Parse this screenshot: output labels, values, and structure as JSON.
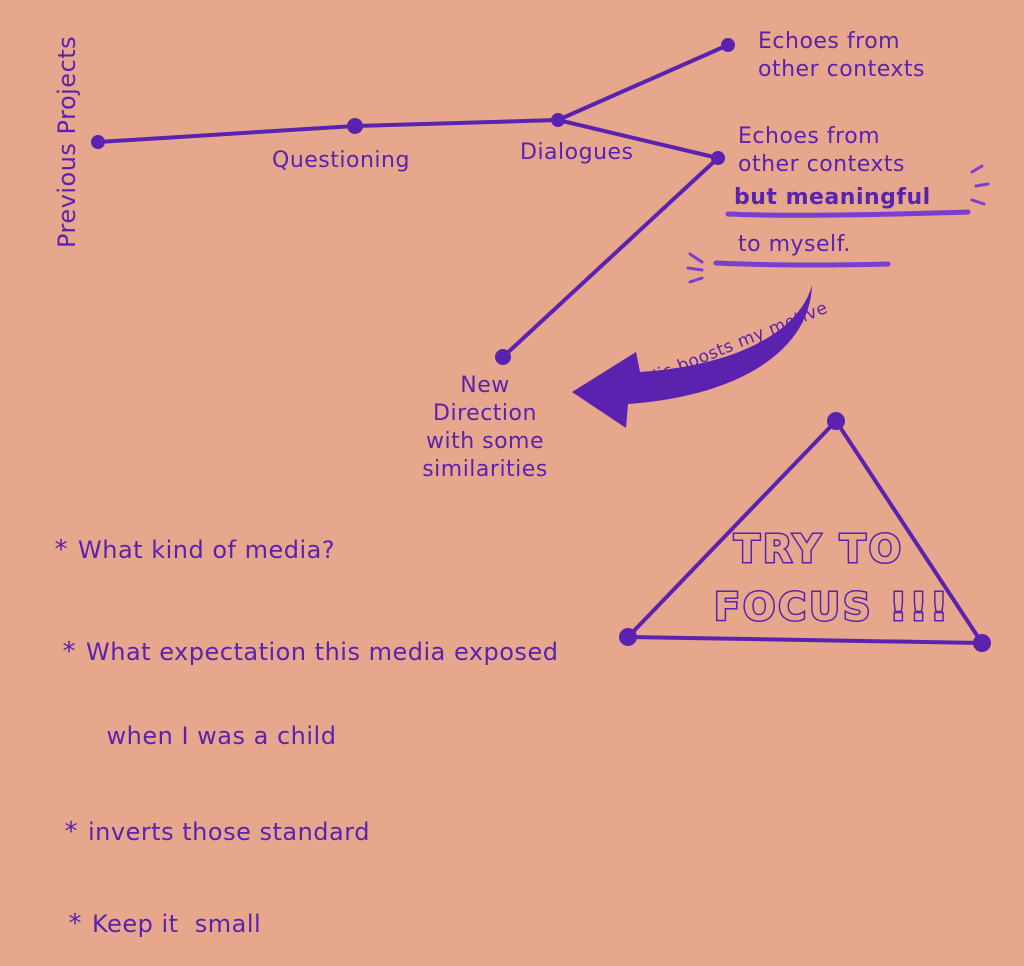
{
  "colors": {
    "ink": "#5b22b0",
    "paper": "#e6a78c",
    "highlight": "#7a3fd0"
  },
  "labels": {
    "previous_projects": "Previous Projects",
    "questioning": "Questioning",
    "dialogues": "Dialogues",
    "echoes_1": "Echoes from\nother contexts",
    "echoes_2_line1": "Echoes from",
    "echoes_2_line2": "other contexts",
    "echoes_2_line3": "but meaningful",
    "echoes_2_line4": "to myself.",
    "new_direction": "New\nDirection\nwith some\nsimilarities",
    "arrow_note": "THis boosts my motive",
    "focus": "TRY TO\nFOCUS !!!"
  },
  "notes": [
    {
      "bullet": "*",
      "text": "What kind of media?"
    },
    {
      "bullet": "*",
      "text": "What expectation this media exposed"
    },
    {
      "bullet": "",
      "text": "when I was a child"
    },
    {
      "bullet": "*",
      "text": "inverts those standard"
    },
    {
      "bullet": "*",
      "text": "Keep it  small"
    }
  ]
}
